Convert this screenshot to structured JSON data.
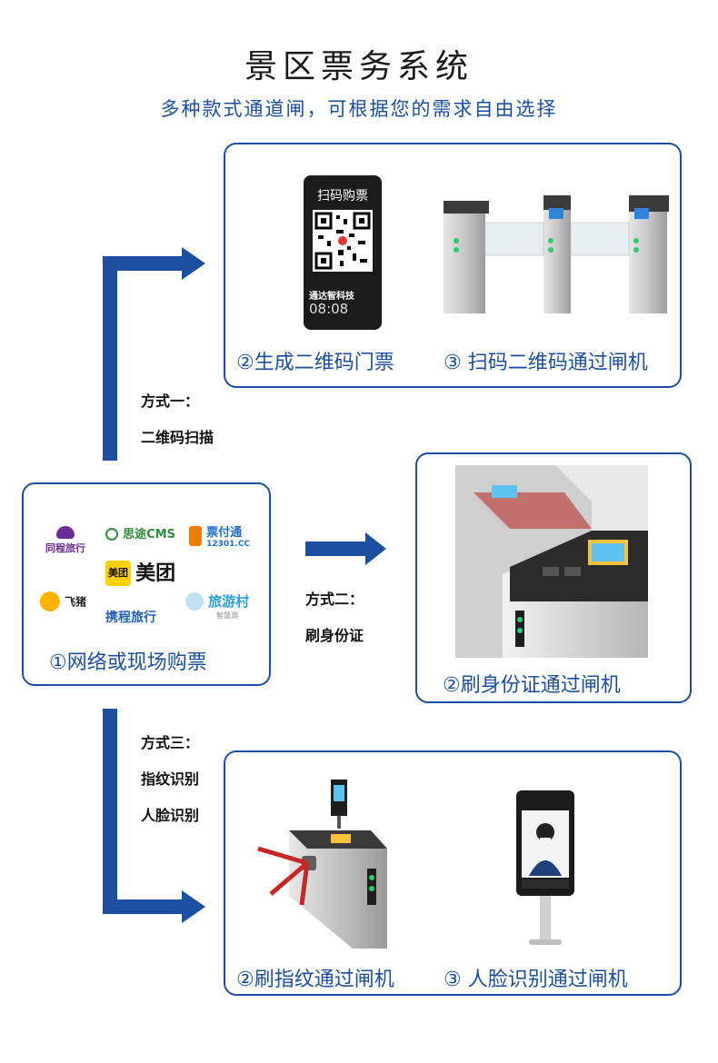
{
  "header": {
    "title": "景区票务系统",
    "subtitle": "多种款式通道闸，可根据您的需求自由选择"
  },
  "purchase": {
    "caption": "①网络或现场购票",
    "logos": [
      "同程旅行",
      "思途CMS",
      "票付通",
      "12301.CC",
      "美团",
      "飞猪",
      "携程旅行",
      "旅游村",
      "智慧游"
    ]
  },
  "method1": {
    "label_line1": "方式一：",
    "label_line2": "二维码扫描",
    "caption_left": "②生成二维码门票",
    "caption_right": "③ 扫码二维码通过闸机",
    "phone": {
      "heading": "扫码购票",
      "company": "通达智科技",
      "time": "08:08"
    }
  },
  "method2": {
    "label_line1": "方式二：",
    "label_line2": "刷身份证",
    "caption": "②刷身份证通过闸机"
  },
  "method3": {
    "label_line1": "方式三：",
    "label_line2": "指纹识别",
    "label_line3": "人脸识别",
    "caption_left": "②刷指纹通过闸机",
    "caption_right": "③ 人脸识别通过闸机"
  },
  "colors": {
    "accent": "#1c4fa0",
    "meituan": "#ffd100",
    "feizhu": "#ff8a00",
    "tongcheng": "#6b2c91"
  }
}
